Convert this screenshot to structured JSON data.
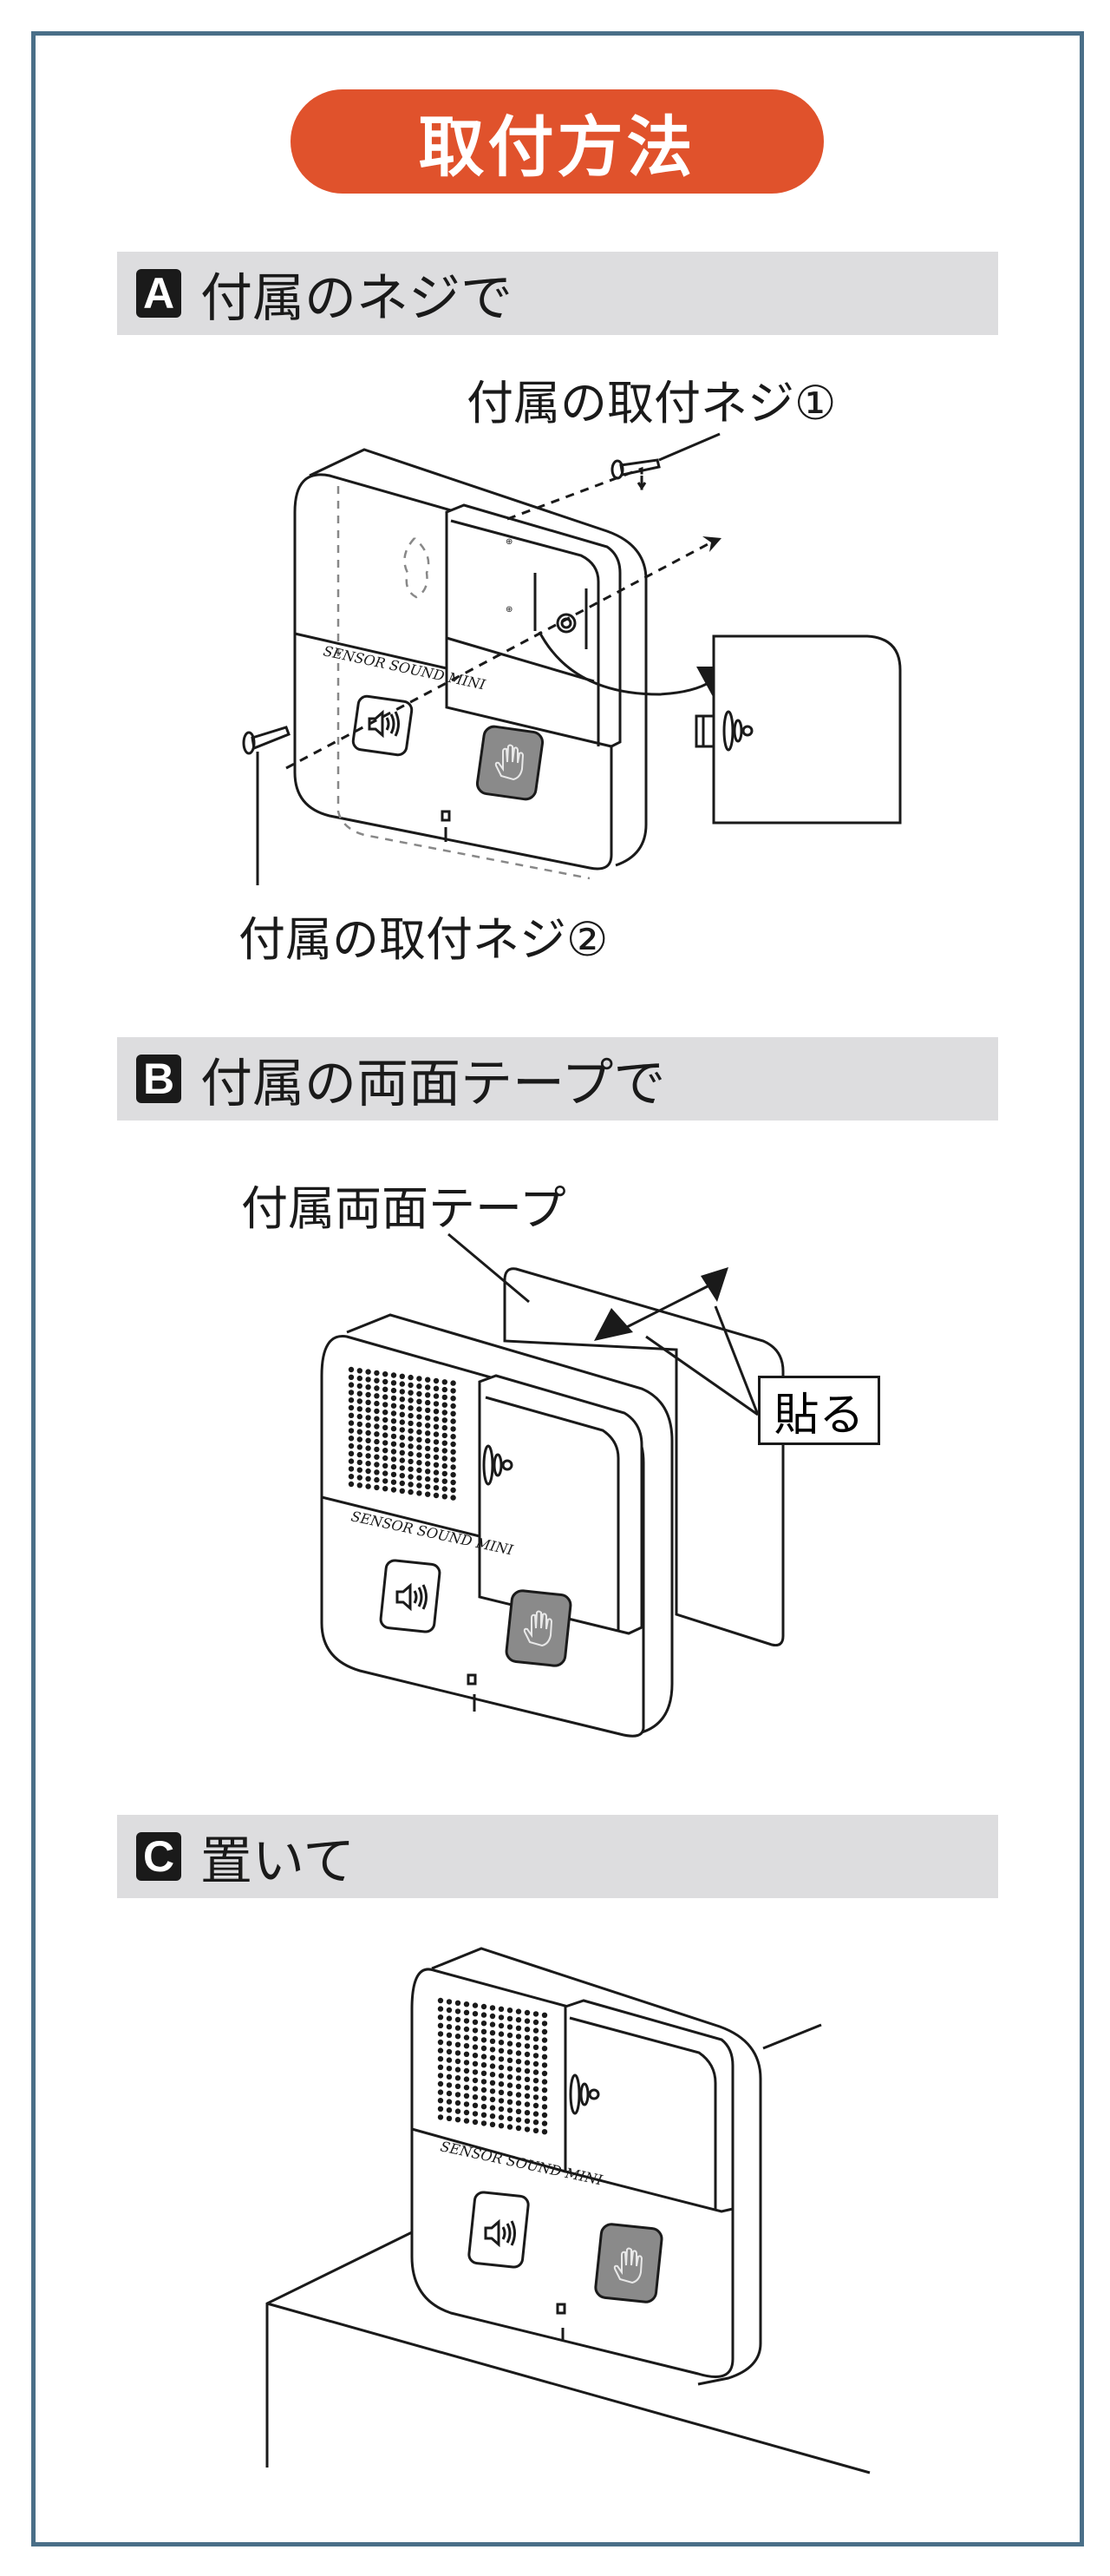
{
  "title": "取付方法",
  "colors": {
    "title_bg": "#e0522c",
    "frame": "#4a6f88",
    "section_bg": "#dddddf",
    "button_gray": "#8a8a8a"
  },
  "sections": [
    {
      "badge": "A",
      "title": "付属のネジで",
      "callouts": [
        "付属の取付ネジ①",
        "付属の取付ネジ②"
      ]
    },
    {
      "badge": "B",
      "title": "付属の両面テープで",
      "callouts": [
        "付属両面テープ",
        "貼る"
      ]
    },
    {
      "badge": "C",
      "title": "置いて",
      "callouts": []
    }
  ],
  "device": {
    "brand_label": "SENSOR SOUND MINI",
    "icons": [
      "speaker-icon",
      "hand-sensor-icon",
      "sensor-wave-icon",
      "led-icon"
    ]
  }
}
